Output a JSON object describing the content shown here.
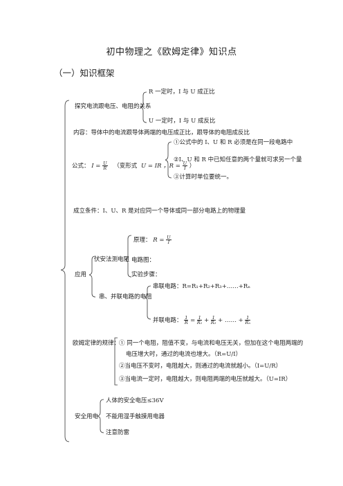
{
  "doc": {
    "title": "初中物理之《欧姆定律》知识点",
    "section": "（一）知识框架"
  },
  "explore": {
    "label": "探究电流跟电压、电阻的关系",
    "r_const": "R 一定时，I 与 U 成正比",
    "u_const": "U 一定时，I 与 U 成反比"
  },
  "content": "内容：导体中的电流跟导体两端的电压成正比，跟导体的电阻成反比",
  "formula": {
    "prefix": "公式：",
    "I_eq": "I =",
    "variants_label": "（变形式",
    "U_eq": "U = IR",
    "R_eq": "，R =",
    "close": "）",
    "notes": [
      "①公式中的 I、U 和 R 必须是在同一段电路中",
      "②I、U 和 R 中已知任意的两个量就可求另一个量",
      "③计算时单位要统一。"
    ]
  },
  "condition": "成立条件：I、U、R 是对应同一个导体或同一部分电路上的物理量",
  "apply": {
    "label": "应用",
    "voltammeter": {
      "label": "伏安法测电阻",
      "principle": "原理：",
      "principle_R": "R =",
      "circuit": "电路图：",
      "steps": "实验步骤："
    },
    "series_parallel": {
      "label": "串、并联电路的电阻",
      "series": "串联电路：R=R₁+R₂+R₃+……+Rₙ",
      "parallel_label": "并联电路：",
      "parallel_dots": "+ …… +"
    }
  },
  "law": {
    "label": "欧姆定律的规律：",
    "items": [
      "① 同一个电阻，阻值不变，与电流和电压无关，但加在这个电阻两端的",
      "电压增大时，通过的电流也增大。（R=U/I）",
      "②当电压不变时，电阻越大，则通过的电流就越小。（I=U/R）",
      "③当电流一定时，电阻越大，则电阻两端的电压就越大。（U=IR）"
    ]
  },
  "safety": {
    "label": "安全用电",
    "items": [
      "人体的安全电压≤36V",
      "不能用湿手触摸用电器",
      "注意防雷"
    ]
  },
  "symbols": {
    "I": "I",
    "U": "U",
    "R": "R",
    "one": "1",
    "R1": "R₁",
    "R2": "R₂",
    "Rn": "Rₙ",
    "eq": "=",
    "plus": "+"
  }
}
